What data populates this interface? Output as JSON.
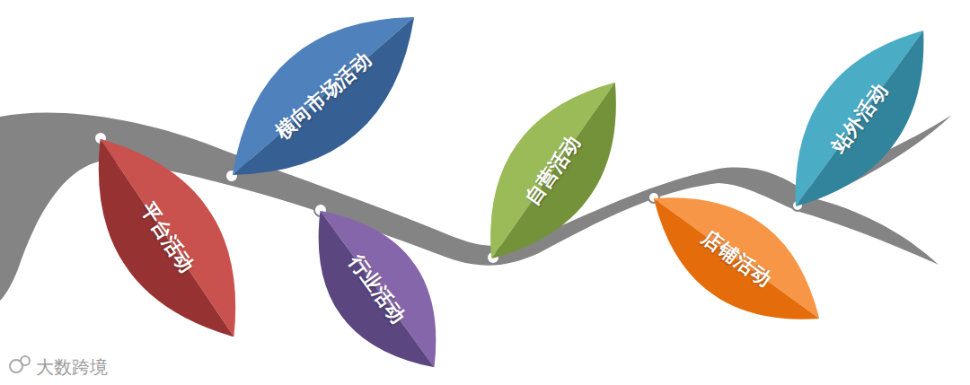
{
  "diagram": {
    "nodes": [
      {
        "text": [
          "平台活动"
        ]
      },
      {
        "text": [
          "横向市场活动"
        ]
      },
      {
        "text": [
          "行业活动"
        ]
      },
      {
        "text": [
          "自营活动"
        ]
      },
      {
        "text": [
          "店铺活动"
        ]
      },
      {
        "text": [
          "站外活动"
        ]
      }
    ],
    "labels": [
      "大数跨境"
    ]
  }
}
